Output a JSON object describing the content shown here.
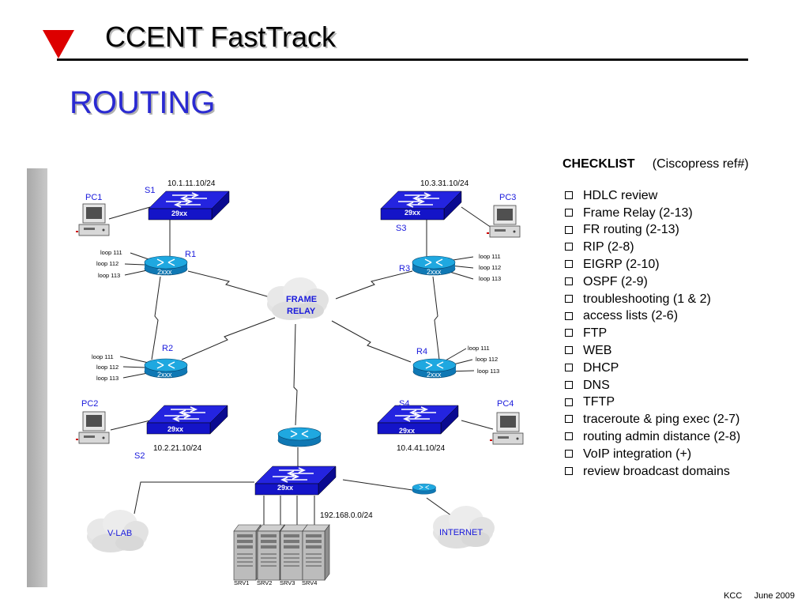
{
  "slide": {
    "title": "CCENT FastTrack",
    "subtitle": "ROUTING",
    "footer_author": "KCC",
    "footer_date": "June  2009"
  },
  "checklist": {
    "heading": "CHECKLIST",
    "heading_ref": "(Ciscopress ref#)",
    "items": [
      "HDLC review",
      "Frame Relay   (2-13)",
      "FR routing  (2-13)",
      "RIP    (2-8)",
      "EIGRP  (2-10)",
      "OSPF    (2-9)",
      "troubleshooting   (1 & 2)",
      "access lists    (2-6)",
      "FTP",
      "WEB",
      "DHCP",
      "DNS",
      "TFTP",
      "traceroute & ping exec  (2-7)",
      "routing admin distance  (2-8)",
      "VoIP integration   (+)",
      "review broadcast domains"
    ]
  },
  "diagram": {
    "switches": {
      "s1": {
        "name": "S1",
        "model": "29xx",
        "subnet": "10.1.11.10/24"
      },
      "s2": {
        "name": "S2",
        "model": "29xx",
        "subnet": "10.2.21.10/24"
      },
      "s3": {
        "name": "S3",
        "model": "29xx",
        "subnet": "10.3.31.10/24"
      },
      "s4": {
        "name": "S4",
        "model": "29xx",
        "subnet": "10.4.41.10/24"
      },
      "core": {
        "model": "29xx",
        "subnet": "192.168.0.0/24"
      }
    },
    "routers": {
      "r1": {
        "name": "R1",
        "model": "2xxx",
        "loops": [
          "loop 111",
          "loop 112",
          "loop 113"
        ]
      },
      "r2": {
        "name": "R2",
        "model": "2xxx",
        "loops": [
          "loop 111",
          "loop 112",
          "loop 113"
        ]
      },
      "r3": {
        "name": "R3",
        "model": "2xxx",
        "loops": [
          "loop 111",
          "loop 112",
          "loop 113"
        ]
      },
      "r4": {
        "name": "R4",
        "model": "2xxx",
        "loops": [
          "loop 111",
          "loop 112",
          "loop 113"
        ]
      }
    },
    "pcs": {
      "pc1": "PC1",
      "pc2": "PC2",
      "pc3": "PC3",
      "pc4": "PC4"
    },
    "clouds": {
      "frame_relay_line1": "FRAME",
      "frame_relay_line2": "RELAY",
      "vlab": "V-LAB",
      "internet": "INTERNET"
    },
    "servers": [
      "SRV1",
      "SRV2",
      "SRV3",
      "SRV4"
    ]
  },
  "colors": {
    "accent_red": "#dd0000",
    "title_blue": "#2a2ad2",
    "device_blue": "#1010cc",
    "router_teal": "#1a9ad0",
    "label_blue": "#1a1adc"
  }
}
